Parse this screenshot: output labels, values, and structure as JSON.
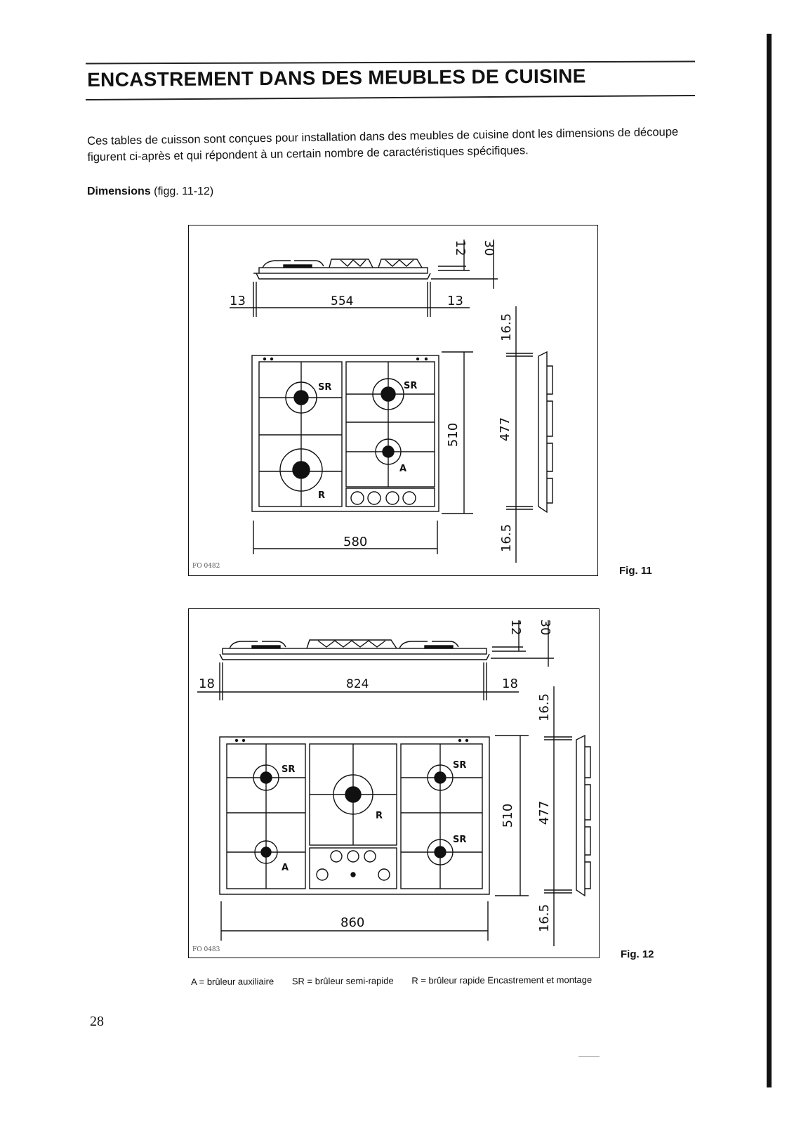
{
  "header": {
    "title": "ENCASTREMENT DANS DES MEUBLES DE CUISINE"
  },
  "intro": "Ces tables de cuisson sont conçues pour installation dans des meubles de cuisine dont les dimensions de découpe figurent ci-après et qui répondent à un certain nombre de caractéristiques spécifiques.",
  "dimensions": {
    "label": "Dimensions",
    "ref": "(figg. 11-12)"
  },
  "fig11": {
    "caption": "Fig. 11",
    "code": "FO 0482",
    "dims": {
      "top_offset": "12",
      "top_height": "30",
      "side_left": "13",
      "inner_width": "554",
      "side_right": "13",
      "depth_top": "16.5",
      "depth_outer": "510",
      "depth_inner": "477",
      "depth_bottom": "16.5",
      "outer_width": "580"
    },
    "burners": {
      "sr1": "SR",
      "sr2": "SR",
      "rapid": "R",
      "aux": "A"
    }
  },
  "fig12": {
    "caption": "Fig. 12",
    "code": "FO 0483",
    "dims": {
      "top_offset": "12",
      "top_height": "30",
      "side_left": "18",
      "inner_width": "824",
      "side_right": "18",
      "depth_top": "16.5",
      "depth_outer": "510",
      "depth_inner": "477",
      "depth_bottom": "16.5",
      "outer_width": "860"
    },
    "burners": {
      "sr1": "SR",
      "sr2": "SR",
      "sr3": "SR",
      "rapid": "R",
      "aux": "A"
    }
  },
  "legend": {
    "a": "A = brûleur auxiliaire",
    "sr": "SR = brûleur semi-rapide",
    "r": "R = brûleur rapide Encastrement et montage"
  },
  "page": {
    "number": "28"
  }
}
